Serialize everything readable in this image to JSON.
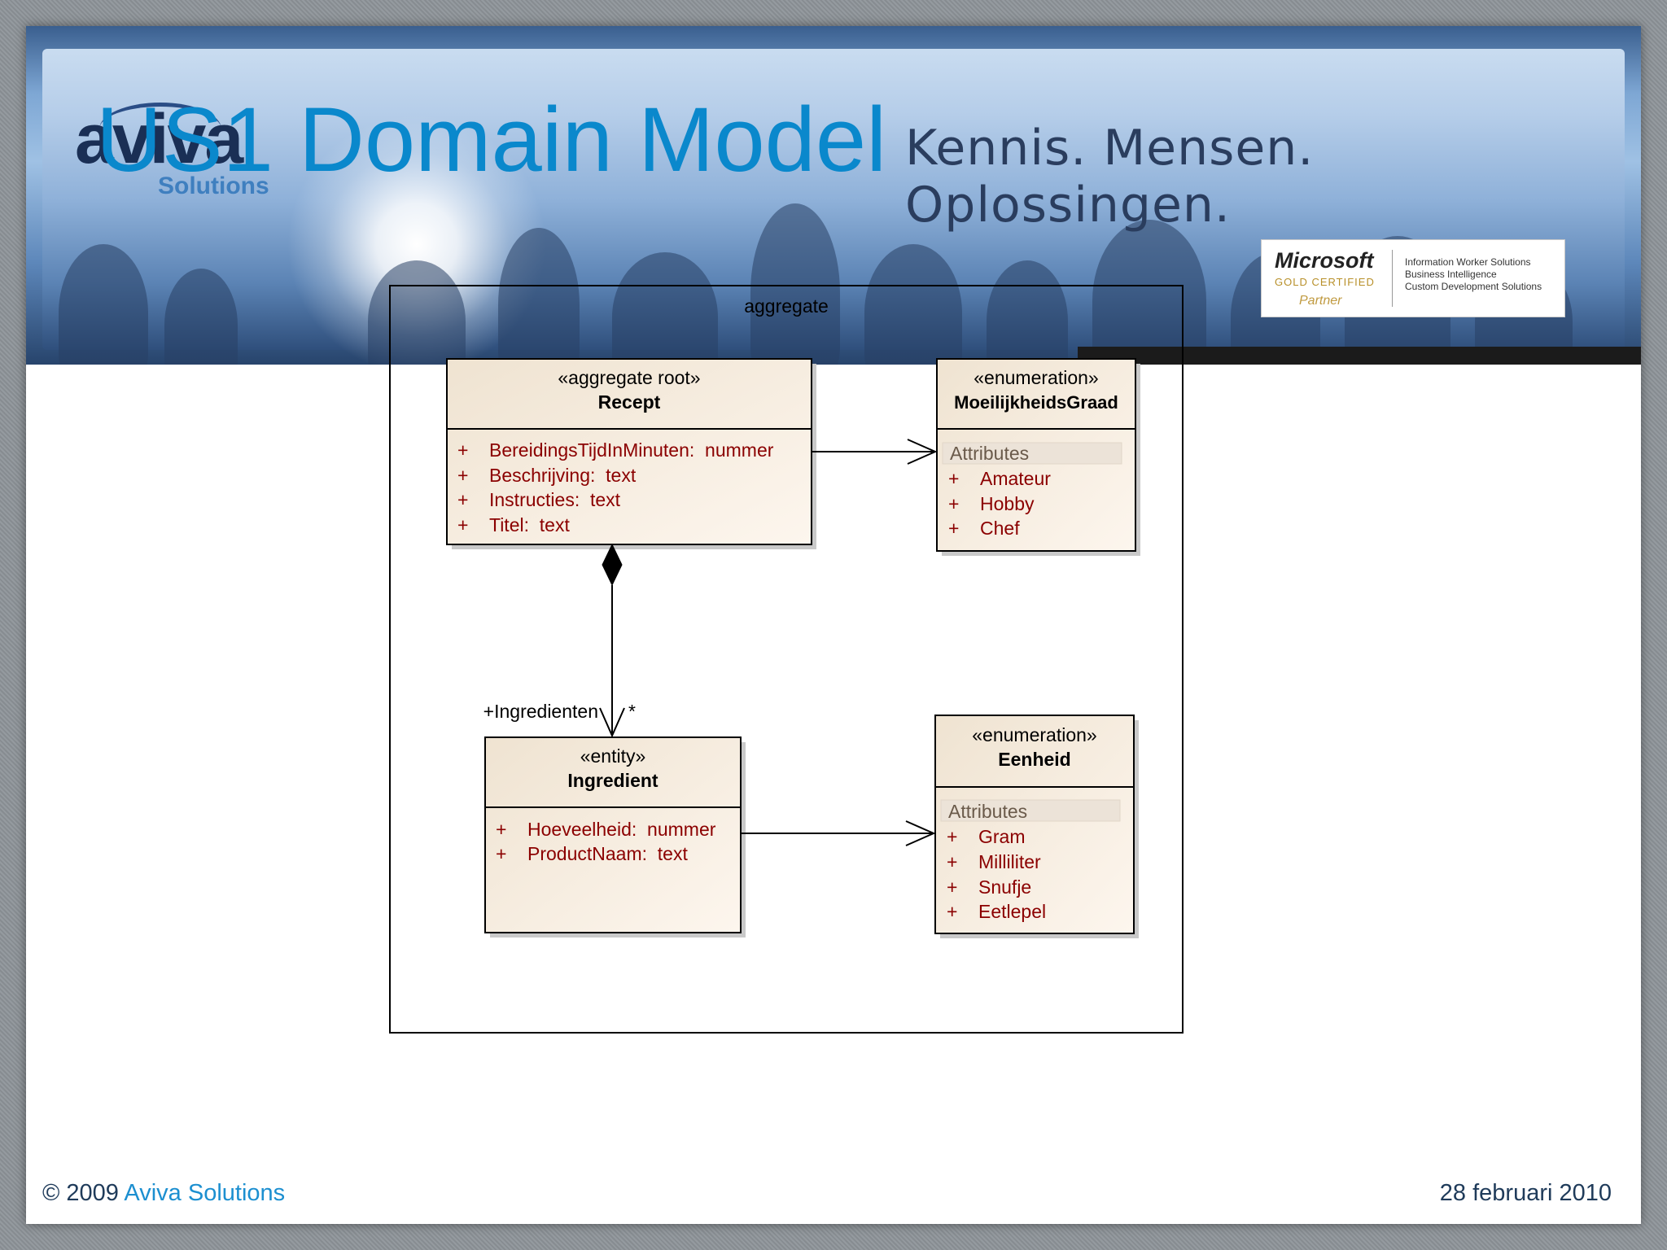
{
  "slide": {
    "title": "US1 Domain Model",
    "footer": {
      "copyright_prefix": "© 2009 ",
      "company": "Aviva Solutions",
      "date": "28 februari 2010"
    }
  },
  "banner": {
    "logo_text": "aviva",
    "logo_sub": "Solutions",
    "tagline": "Kennis. Mensen. Oplossingen.",
    "badge": {
      "name": "Microsoft",
      "certification": "GOLD CERTIFIED",
      "partner": "Partner",
      "competencies": [
        "Information Worker Solutions",
        "Business Intelligence",
        "Custom Development Solutions"
      ]
    }
  },
  "diagram": {
    "package_label": "aggregate",
    "recept": {
      "stereotype": "«aggregate root»",
      "name": "Recept",
      "attributes": [
        {
          "vis": "+",
          "text": "BereidingsTijdInMinuten:  nummer"
        },
        {
          "vis": "+",
          "text": "Beschrijving:  text"
        },
        {
          "vis": "+",
          "text": "Instructies:  text"
        },
        {
          "vis": "+",
          "text": "Titel:  text"
        }
      ]
    },
    "moeilijkheid": {
      "stereotype": "«enumeration»",
      "name": "MoeilijkheidsGraad",
      "section": "Attributes",
      "literals": [
        {
          "vis": "+",
          "text": "Amateur"
        },
        {
          "vis": "+",
          "text": "Hobby"
        },
        {
          "vis": "+",
          "text": "Chef"
        }
      ]
    },
    "ingredient": {
      "stereotype": "«entity»",
      "name": "Ingredient",
      "attributes": [
        {
          "vis": "+",
          "text": "Hoeveelheid:  nummer"
        },
        {
          "vis": "+",
          "text": "ProductNaam:  text"
        }
      ]
    },
    "eenheid": {
      "stereotype": "«enumeration»",
      "name": "Eenheid",
      "section": "Attributes",
      "literals": [
        {
          "vis": "+",
          "text": "Gram"
        },
        {
          "vis": "+",
          "text": "Milliliter"
        },
        {
          "vis": "+",
          "text": "Snufje"
        },
        {
          "vis": "+",
          "text": "Eetlepel"
        }
      ]
    },
    "composition": {
      "role": "+Ingredienten",
      "multiplicity": "*"
    }
  }
}
